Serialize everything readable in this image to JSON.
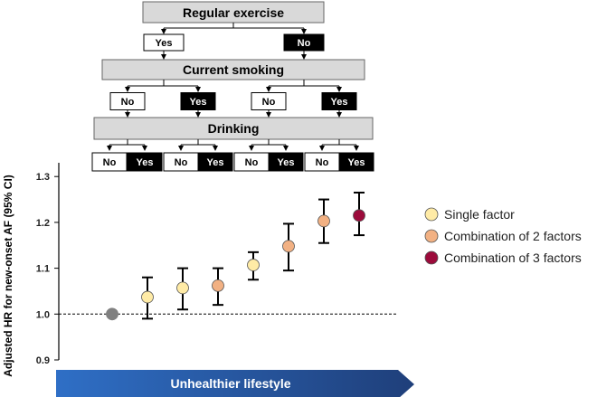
{
  "tree": {
    "level1": {
      "label": "Regular exercise",
      "options": [
        "Yes",
        "No"
      ]
    },
    "level2": {
      "label": "Current smoking",
      "options": [
        "No",
        "Yes",
        "No",
        "Yes"
      ]
    },
    "level3": {
      "label": "Drinking",
      "options": [
        "No",
        "Yes",
        "No",
        "Yes",
        "No",
        "Yes",
        "No",
        "Yes"
      ]
    }
  },
  "arrow": {
    "label": "Unhealthier lifestyle"
  },
  "colors": {
    "reference": "#808080",
    "single": "#FFEBA6",
    "two": "#F2B183",
    "three": "#9C0B3B",
    "arrow_start": "#2F6FC6",
    "arrow_end": "#1F3F7A",
    "box_fill": "#D9D9D9"
  },
  "chart_data": {
    "type": "scatter",
    "ylabel": "Adjusted HR for new-onset AF (95% CI)",
    "xlabel": "Unhealthier lifestyle",
    "ylim": [
      0.9,
      1.33
    ],
    "yticks": [
      "0.9",
      "1.0",
      "1.1",
      "1.2",
      "1.3"
    ],
    "reference_line": 1.0,
    "points": [
      {
        "group": "reference",
        "hr": 1.0,
        "lo": null,
        "hi": null
      },
      {
        "group": "single",
        "hr": 1.037,
        "lo": 0.99,
        "hi": 1.08
      },
      {
        "group": "single",
        "hr": 1.057,
        "lo": 1.01,
        "hi": 1.1
      },
      {
        "group": "two",
        "hr": 1.062,
        "lo": 1.02,
        "hi": 1.1
      },
      {
        "group": "single",
        "hr": 1.107,
        "lo": 1.075,
        "hi": 1.135
      },
      {
        "group": "two",
        "hr": 1.148,
        "lo": 1.095,
        "hi": 1.197
      },
      {
        "group": "two",
        "hr": 1.203,
        "lo": 1.155,
        "hi": 1.25
      },
      {
        "group": "three",
        "hr": 1.215,
        "lo": 1.172,
        "hi": 1.265
      }
    ],
    "legend": [
      {
        "group": "single",
        "label": "Single factor"
      },
      {
        "group": "two",
        "label": "Combination of 2 factors"
      },
      {
        "group": "three",
        "label": "Combination of 3 factors"
      }
    ]
  }
}
